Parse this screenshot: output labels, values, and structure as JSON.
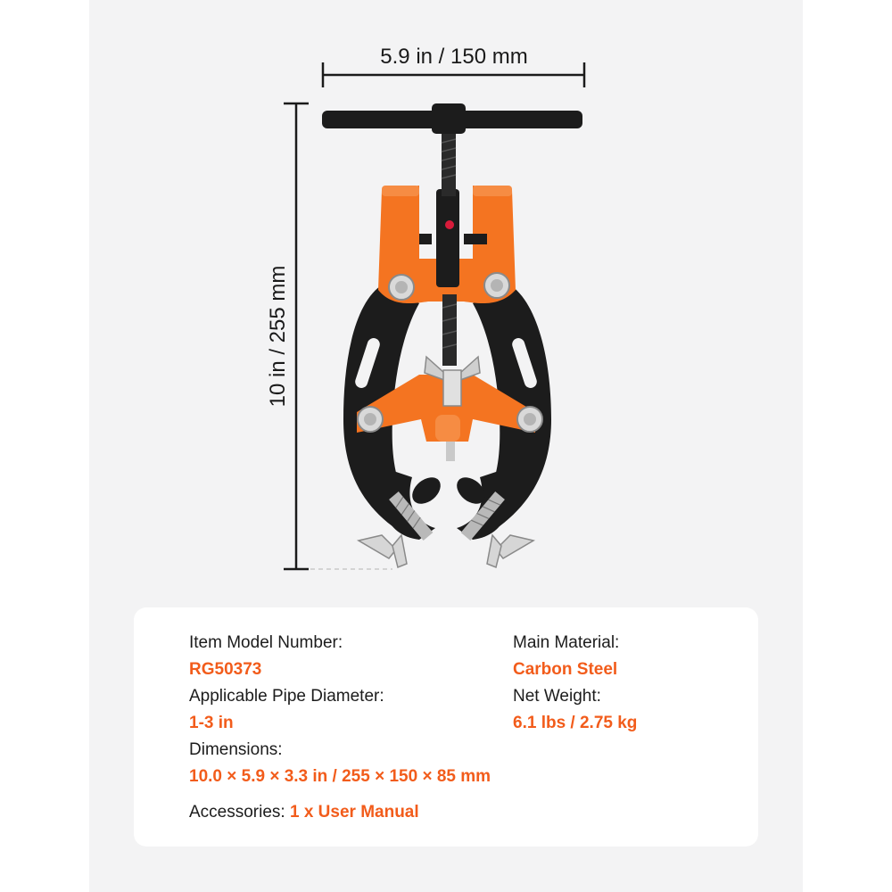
{
  "dimensions": {
    "width_label": "5.9 in / 150 mm",
    "height_label": "10 in / 255 mm"
  },
  "specs": {
    "item_model_label": "Item Model Number:",
    "item_model_value": "RG50373",
    "pipe_diameter_label": "Applicable Pipe Diameter:",
    "pipe_diameter_value": "1-3 in",
    "dimensions_label": "Dimensions:",
    "dimensions_value": "10.0 × 5.9 × 3.3 in / 255 × 150 × 85 mm",
    "accessories_label": "Accessories:",
    "accessories_value": "1 x User Manual",
    "material_label": "Main Material:",
    "material_value": "Carbon Steel",
    "weight_label": "Net Weight:",
    "weight_value": "6.1 lbs / 2.75 kg"
  },
  "colors": {
    "accent": "#f25c1b",
    "body_orange": "#f47421",
    "frame_black": "#1c1c1c",
    "background": "#f3f3f4"
  }
}
